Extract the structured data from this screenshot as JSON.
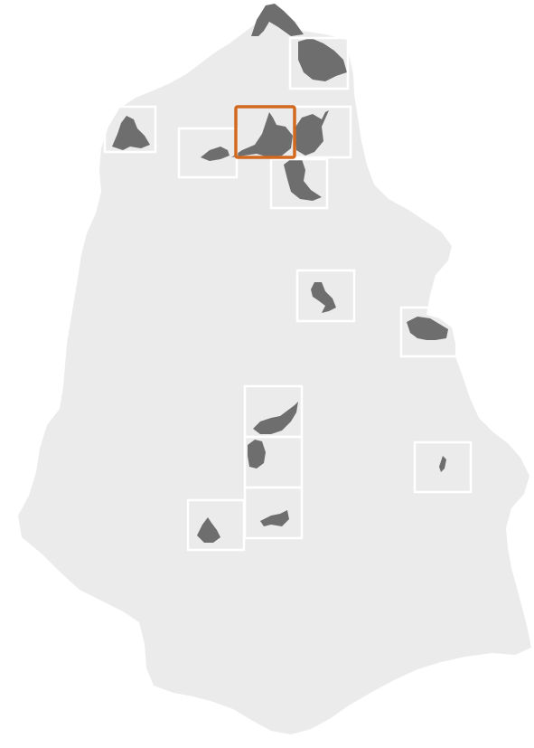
{
  "map": {
    "colors": {
      "background": "#ffffff",
      "region_fill": "#ebebeb",
      "settlement_fill": "#6e6e6e",
      "tile_border": "#ffffff",
      "selected_tile_border": "#d2691e"
    },
    "tiles": [
      {
        "id": "tile-north-coast",
        "selected": false
      },
      {
        "id": "tile-far-west",
        "selected": false
      },
      {
        "id": "tile-west",
        "selected": false
      },
      {
        "id": "tile-central-north-selected",
        "selected": true
      },
      {
        "id": "tile-northeast",
        "selected": false
      },
      {
        "id": "tile-north-south",
        "selected": false
      },
      {
        "id": "tile-center",
        "selected": false
      },
      {
        "id": "tile-east",
        "selected": false
      },
      {
        "id": "tile-south-1",
        "selected": false
      },
      {
        "id": "tile-south-2",
        "selected": false
      },
      {
        "id": "tile-south-3",
        "selected": false
      },
      {
        "id": "tile-southwest",
        "selected": false
      },
      {
        "id": "tile-southeast",
        "selected": false
      }
    ]
  }
}
